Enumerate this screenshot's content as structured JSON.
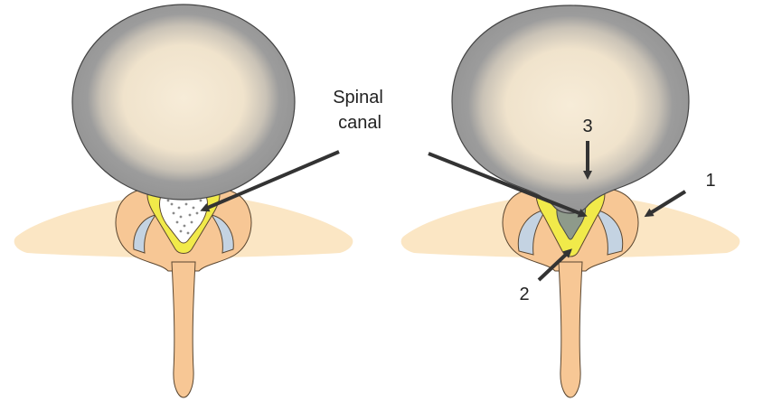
{
  "labels": {
    "spinal_canal_line1": "Spinal",
    "spinal_canal_line2": "canal",
    "marker_1": "1",
    "marker_2": "2",
    "marker_3": "3"
  },
  "colors": {
    "disc_outer": "#9e9e9e",
    "disc_core": "#f3e6cf",
    "bone": "#fbe3bc",
    "bone_deep": "#f6c58e",
    "ligament": "#f1e94a",
    "canal_fill": "#ffffff",
    "stenosis_fill": "#8a9687",
    "joint_blue": "#b6c9dc",
    "arrow": "#333333"
  }
}
